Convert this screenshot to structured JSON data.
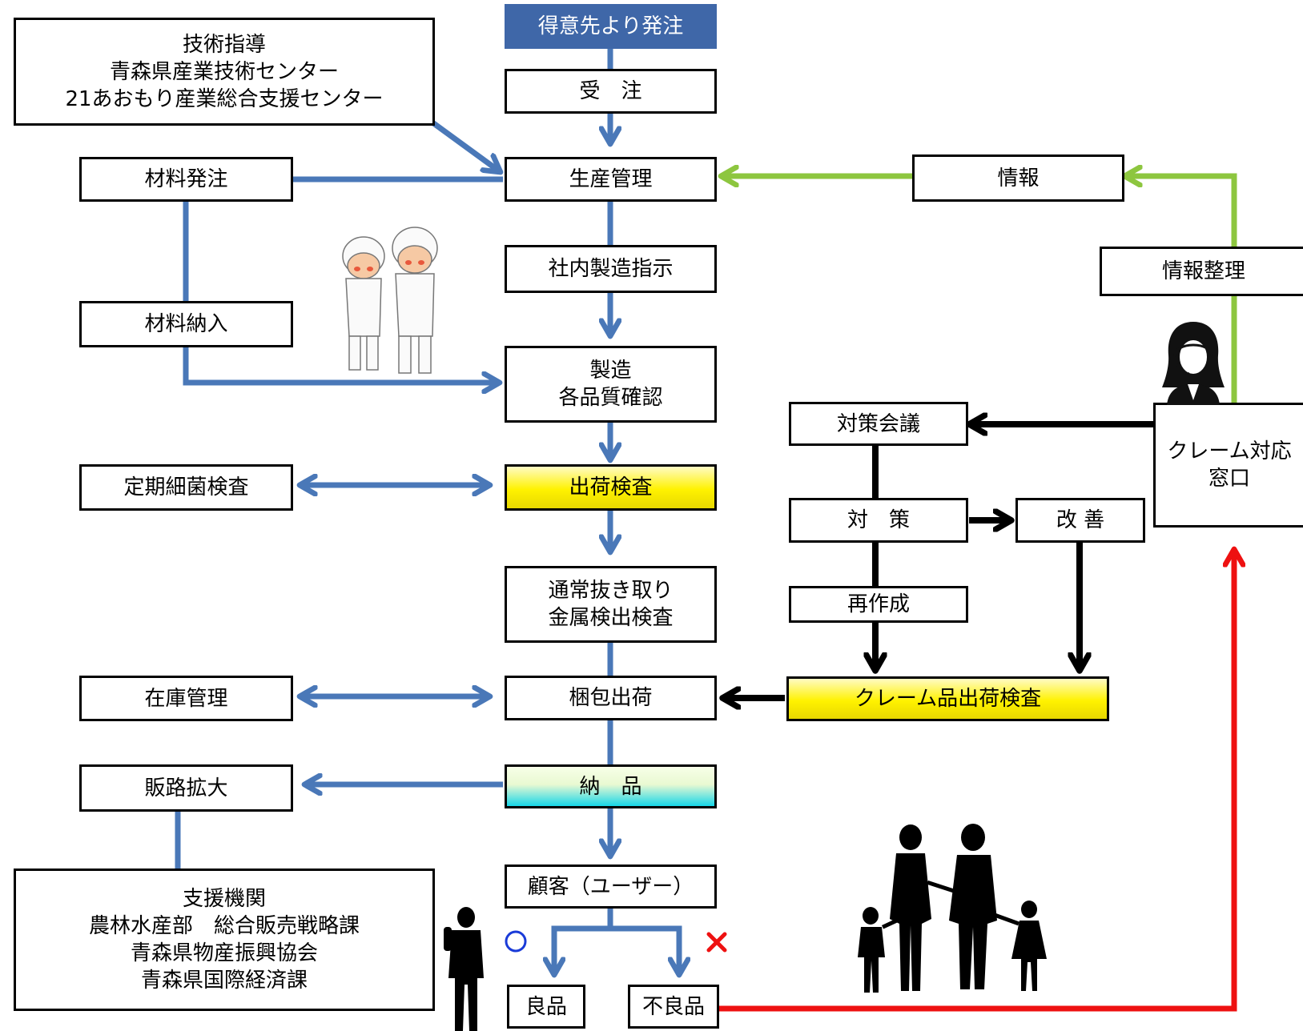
{
  "colors": {
    "blue_flow": "#4a78b8",
    "green_flow": "#8dc63f",
    "red_flow": "#ee1111",
    "black_flow": "#000000",
    "highlight_yellow": "#fff200",
    "highlight_cyan": "#16d6e8",
    "order_box": "#3f67a8"
  },
  "main_flow": {
    "order_from_client": "得意先より発注",
    "order_received": "受　注",
    "production_management": "生産管理",
    "internal_manufacturing_instruction": "社内製造指示",
    "manufacturing": [
      "製造",
      "各品質確認"
    ],
    "shipping_inspection": "出荷検査",
    "metal_detection": [
      "通常抜き取り",
      "金属検出検査"
    ],
    "packing_shipping": "梱包出荷",
    "delivery": "納　品",
    "customer": "顧客（ユーザー）",
    "good_product": "良品",
    "defective_product": "不良品"
  },
  "left_side": {
    "technical_guidance": [
      "技術指導",
      "青森県産業技術センター",
      "21あおもり産業総合支援センター"
    ],
    "material_order": "材料発注",
    "material_delivery": "材料納入",
    "periodic_bacteria_test": "定期細菌検査",
    "inventory_management": "在庫管理",
    "sales_channel_expansion": "販路拡大",
    "support_organizations": [
      "支援機関",
      "農林水産部　総合販売戦略課",
      "青森県物産振興協会",
      "青森県国際経済課"
    ]
  },
  "right_side": {
    "information": "情報",
    "information_organization": "情報整理",
    "complaint_desk": [
      "クレーム対応",
      "窓口"
    ],
    "countermeasure_meeting": "対策会議",
    "countermeasure": "対　策",
    "improvement": "改 善",
    "remake": "再作成",
    "complaint_shipping_inspection": "クレーム品出荷検査"
  },
  "marks": {
    "good": "circle-mark",
    "bad": "cross-mark"
  }
}
